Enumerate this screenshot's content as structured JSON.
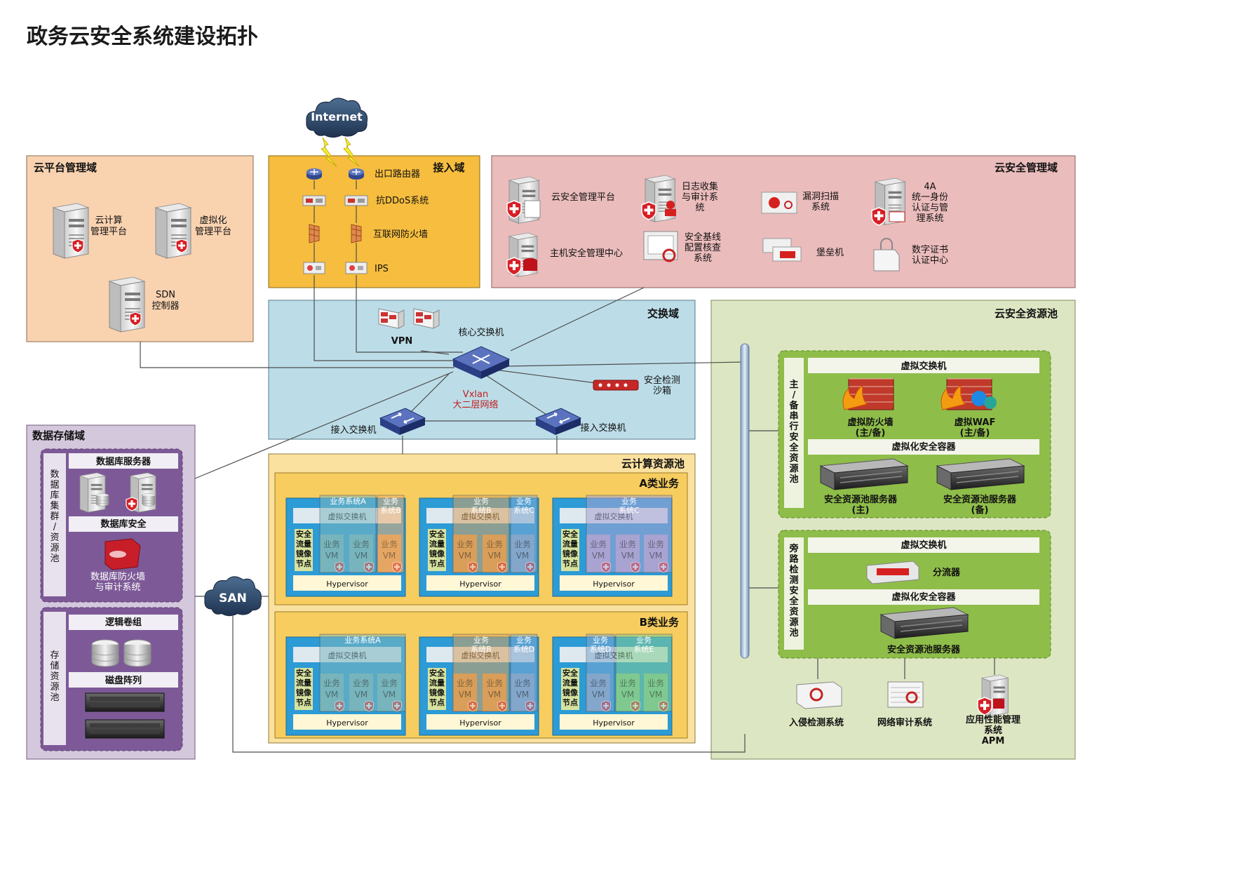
{
  "title": "政务云安全系统建设拓扑",
  "internet": "Internet",
  "san": "SAN",
  "cloud_mgmt": {
    "title": "云平台管理域",
    "items": [
      "云计算\n管理平台",
      "虚拟化\n管理平台",
      "SDN\n控制器"
    ]
  },
  "access": {
    "title": "接入域",
    "items": [
      "出口路由器",
      "抗DDoS系统",
      "互联网防火墙",
      "IPS"
    ]
  },
  "sec_mgmt": {
    "title": "云安全管理域",
    "items": [
      "云安全管理平台",
      "日志收集\n与审计系\n统",
      "漏洞扫描\n系统",
      "4A\n统一身份\n认证与管\n理系统",
      "主机安全管理中心",
      "安全基线\n配置核查\n系统",
      "堡垒机",
      "数字证书\n认证中心"
    ]
  },
  "exchange": {
    "title": "交换域",
    "vpn": "VPN",
    "core": "核心交换机",
    "sandbox": "安全检测\n沙箱",
    "vxlan": "Vxlan\n大二层网络",
    "access_l": "接入交换机",
    "access_r": "接入交换机"
  },
  "storage": {
    "title": "数据存储域",
    "db_pool": "数\n据\n库\n集\n群\n/\n资\n源\n池",
    "db_server": "数据库服务器",
    "db_sec": "数据库安全",
    "db_fw": "数据库防火墙\n与审计系统",
    "st_pool": "存\n储\n资\n源\n池",
    "lvg": "逻辑卷组",
    "disk": "磁盘阵列"
  },
  "compute": {
    "title": "云计算资源池",
    "a_title": "A类业务",
    "b_title": "B类业务",
    "vswitch": "虚拟交换机",
    "hyper": "Hypervisor",
    "sec_node": "安全\n流量\n镜像\n节点",
    "vm": "业务\nVM",
    "a_groups": [
      [
        "业务系统A",
        "业务\n系统B"
      ],
      [
        "业务\n系统B",
        "业务\n系统C"
      ],
      [
        "业务\n系统C"
      ]
    ],
    "b_groups": [
      [
        "业务系统A"
      ],
      [
        "业务\n系统B",
        "业务\n系统D"
      ],
      [
        "业务\n系统D",
        "业务\n系统E"
      ]
    ]
  },
  "sec_pool": {
    "title": "云安全资源池",
    "serial": "主\n/\n备\n串\n行\n安\n全\n资\n源\n池",
    "vswitch": "虚拟交换机",
    "vfw": "虚拟防火墙\n(主/备)",
    "vwaf": "虚拟WAF\n(主/备)",
    "vcontainer": "虚拟化安全容器",
    "srv_main": "安全资源池服务器\n(主)",
    "srv_backup": "安全资源池服务器\n(备)",
    "bypass": "旁\n路\n检\n测\n安\n全\n资\n源\n池",
    "splitter": "分流器",
    "srv": "安全资源池服务器",
    "ids": "入侵检测系统",
    "audit": "网络审计系统",
    "apm": "应用性能管理\n系统\nAPM"
  }
}
